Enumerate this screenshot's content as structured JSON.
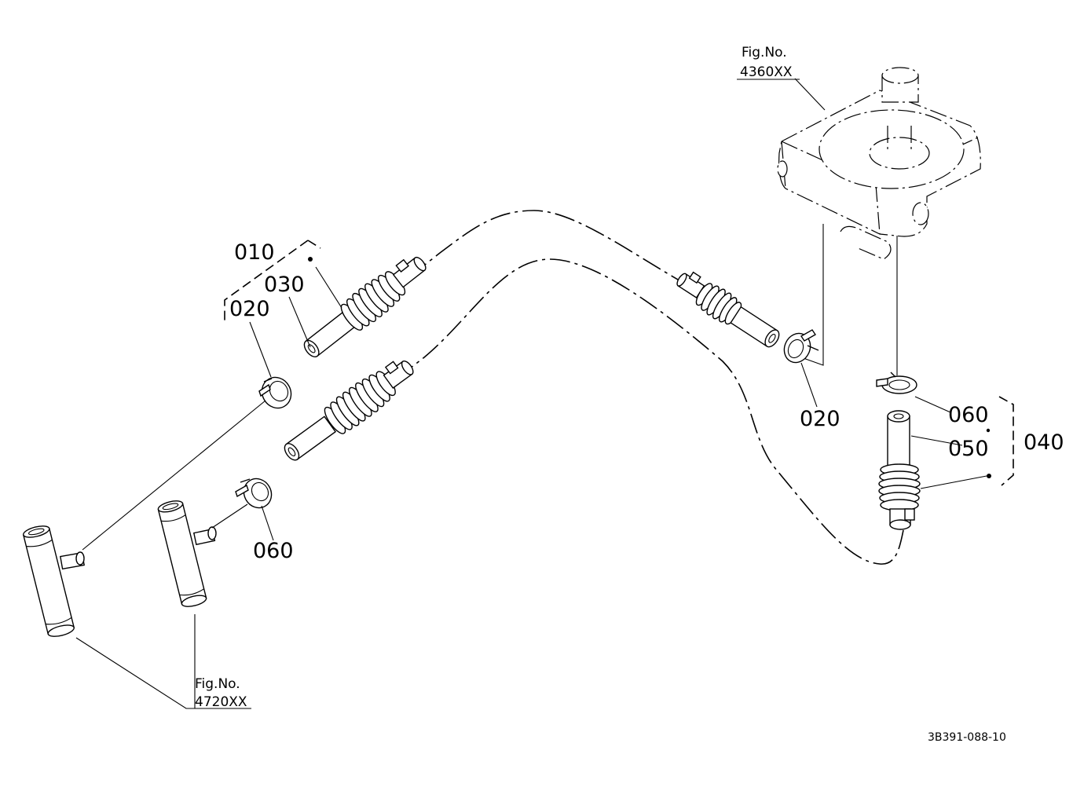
{
  "callouts": {
    "c010": "010",
    "c030": "030",
    "c020_left": "020",
    "c020_right": "020",
    "c060_left": "060",
    "c060_right": "060",
    "c050": "050",
    "c040": "040"
  },
  "references": {
    "top": {
      "label": "Fig.No.",
      "number": "4360XX"
    },
    "bottom": {
      "label": "Fig.No.",
      "number": "4720XX"
    }
  },
  "drawing_code": "3B391-088-10"
}
